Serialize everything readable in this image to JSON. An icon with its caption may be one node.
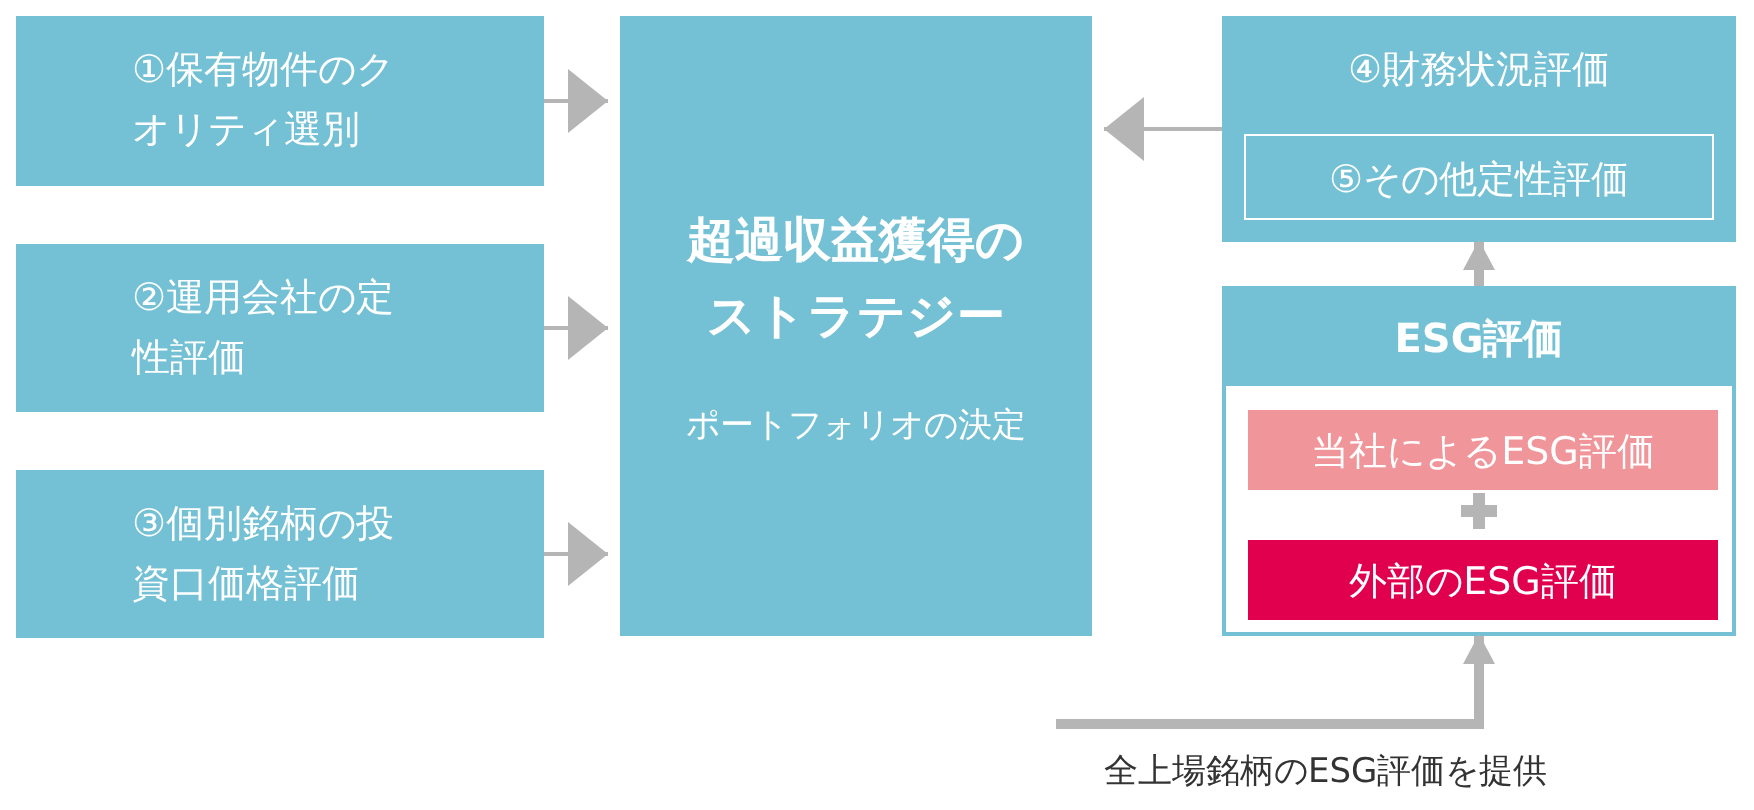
{
  "diagram": {
    "nodes": [
      {
        "text": [
          "①保有物件のクオリティ選別"
        ]
      },
      {
        "text": [
          "②運用会社の定性評価"
        ]
      },
      {
        "text": [
          "③個別銘柄の投資口価格評価"
        ]
      },
      {
        "text": [
          "超過収益獲得のストラテジー",
          "ポートフォリオの決定"
        ]
      },
      {
        "text": [
          "④財務状況評価"
        ]
      },
      {
        "text": [
          "⑤その他定性評価"
        ],
        "in": 4
      },
      {
        "text": [
          "ESG評価"
        ]
      },
      {
        "text": [
          "当社によるESG評価"
        ],
        "in": 6
      },
      {
        "text": [
          "外部のESG評価"
        ],
        "in": 6
      }
    ],
    "edges": [
      {
        "from": 0,
        "to": 3,
        "arrow": "to"
      },
      {
        "from": 1,
        "to": 3,
        "arrow": "to"
      },
      {
        "from": 2,
        "to": 3,
        "arrow": "to"
      },
      {
        "from": 4,
        "to": 3,
        "arrow": "to"
      },
      {
        "from": 6,
        "to": 4,
        "arrow": "to",
        "style": "thick"
      },
      {
        "from": null,
        "to": 6,
        "arrow": "to",
        "style": "thick",
        "label": "全上場銘柄のESG評価を提供"
      }
    ]
  }
}
